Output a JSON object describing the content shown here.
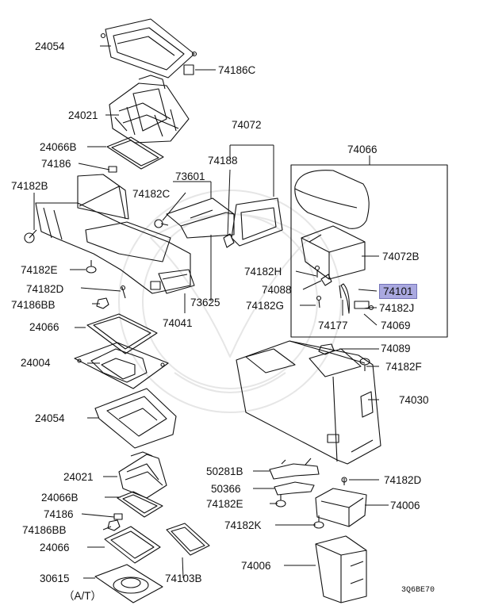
{
  "diagram": {
    "parts": {
      "p24054_top": "24054",
      "p74186C": "74186C",
      "p24021_top": "24021",
      "p74072": "74072",
      "p24066B_top": "24066B",
      "p74186_top": "74186",
      "p74188": "74188",
      "p74066": "74066",
      "p73601": "73601",
      "p74182B": "74182B",
      "p74182C": "74182C",
      "p74072B": "74072B",
      "p74182E_top": "74182E",
      "p74182H": "74182H",
      "p74182D_top": "74182D",
      "p74088": "74088",
      "p74101": "74101",
      "p74186BB_top": "74186BB",
      "p73625": "73625",
      "p74182G": "74182G",
      "p74182J": "74182J",
      "p24066_top": "24066",
      "p74041": "74041",
      "p74177": "74177",
      "p74069": "74069",
      "p74089": "74089",
      "p24004": "24004",
      "p74182F": "74182F",
      "p74030": "74030",
      "p24054_bot": "24054",
      "p50281B": "50281B",
      "p24021_bot": "24021",
      "p74182D_bot": "74182D",
      "p50366": "50366",
      "p24066B_bot": "24066B",
      "p74006_a": "74006",
      "p74186_bot": "74186",
      "p74182E_bot": "74182E",
      "p74186BB_bot": "74186BB",
      "p74182K": "74182K",
      "p24066_bot": "24066",
      "p74006_b": "74006",
      "p30615": "30615",
      "p74103B": "74103B",
      "at_note": "（A/T）"
    },
    "diagram_code": "3Q6BE70",
    "highlight_color": "#aaa9e0"
  }
}
